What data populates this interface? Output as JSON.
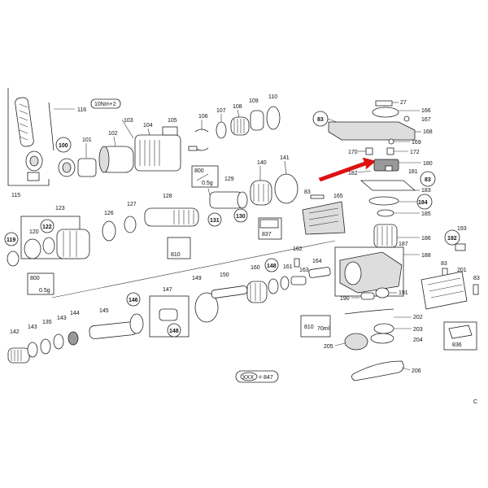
{
  "diagram": {
    "torque_note": "10Nm+2",
    "legend": {
      "symbol": "XXX",
      "value": "= 847"
    },
    "footer_mark": "C",
    "grease_qty": "0.5g",
    "grease_code": "800",
    "oil_qty": "70ml",
    "oil_code": "810",
    "labels": {
      "l27": "27",
      "l166": "166",
      "l167": "167",
      "l168": "168",
      "l169": "169",
      "l170": "170",
      "l172": "172",
      "l180": "180",
      "l181": "181",
      "l182": "182",
      "l183": "183",
      "l185": "185",
      "l186": "186",
      "l187": "187",
      "l188": "188",
      "l190": "190",
      "l191": "191",
      "l193": "193",
      "l201": "201",
      "l202": "202",
      "l203": "203",
      "l204": "204",
      "l205": "205",
      "l206": "206",
      "l83a": "83",
      "l83b": "83",
      "l83c": "83",
      "l83d": "83",
      "l116": "116",
      "l115": "115",
      "l100": "100",
      "l101": "101",
      "l102": "102",
      "l103": "103",
      "l104": "104",
      "l105": "105",
      "l106": "106",
      "l107": "107",
      "l108": "108",
      "l109": "109",
      "l110": "110",
      "l123": "123",
      "l122": "122",
      "l120": "120",
      "l119": "119",
      "l126": "126",
      "l127": "127",
      "l128": "128",
      "l129": "129",
      "l130": "130",
      "l131": "131",
      "l140": "140",
      "l141": "141",
      "l165": "165",
      "l184": "184",
      "l192": "192",
      "l837": "837",
      "l810a": "810",
      "l142": "142",
      "l143a": "143",
      "l135": "135",
      "l143b": "143",
      "l144": "144",
      "l145": "145",
      "l146": "146",
      "l147": "147",
      "l148a": "148",
      "l149": "149",
      "l150": "150",
      "l160": "160",
      "l148b": "148",
      "l161": "161",
      "l162": "162",
      "l163": "163",
      "l164": "164",
      "l836": "836"
    }
  }
}
